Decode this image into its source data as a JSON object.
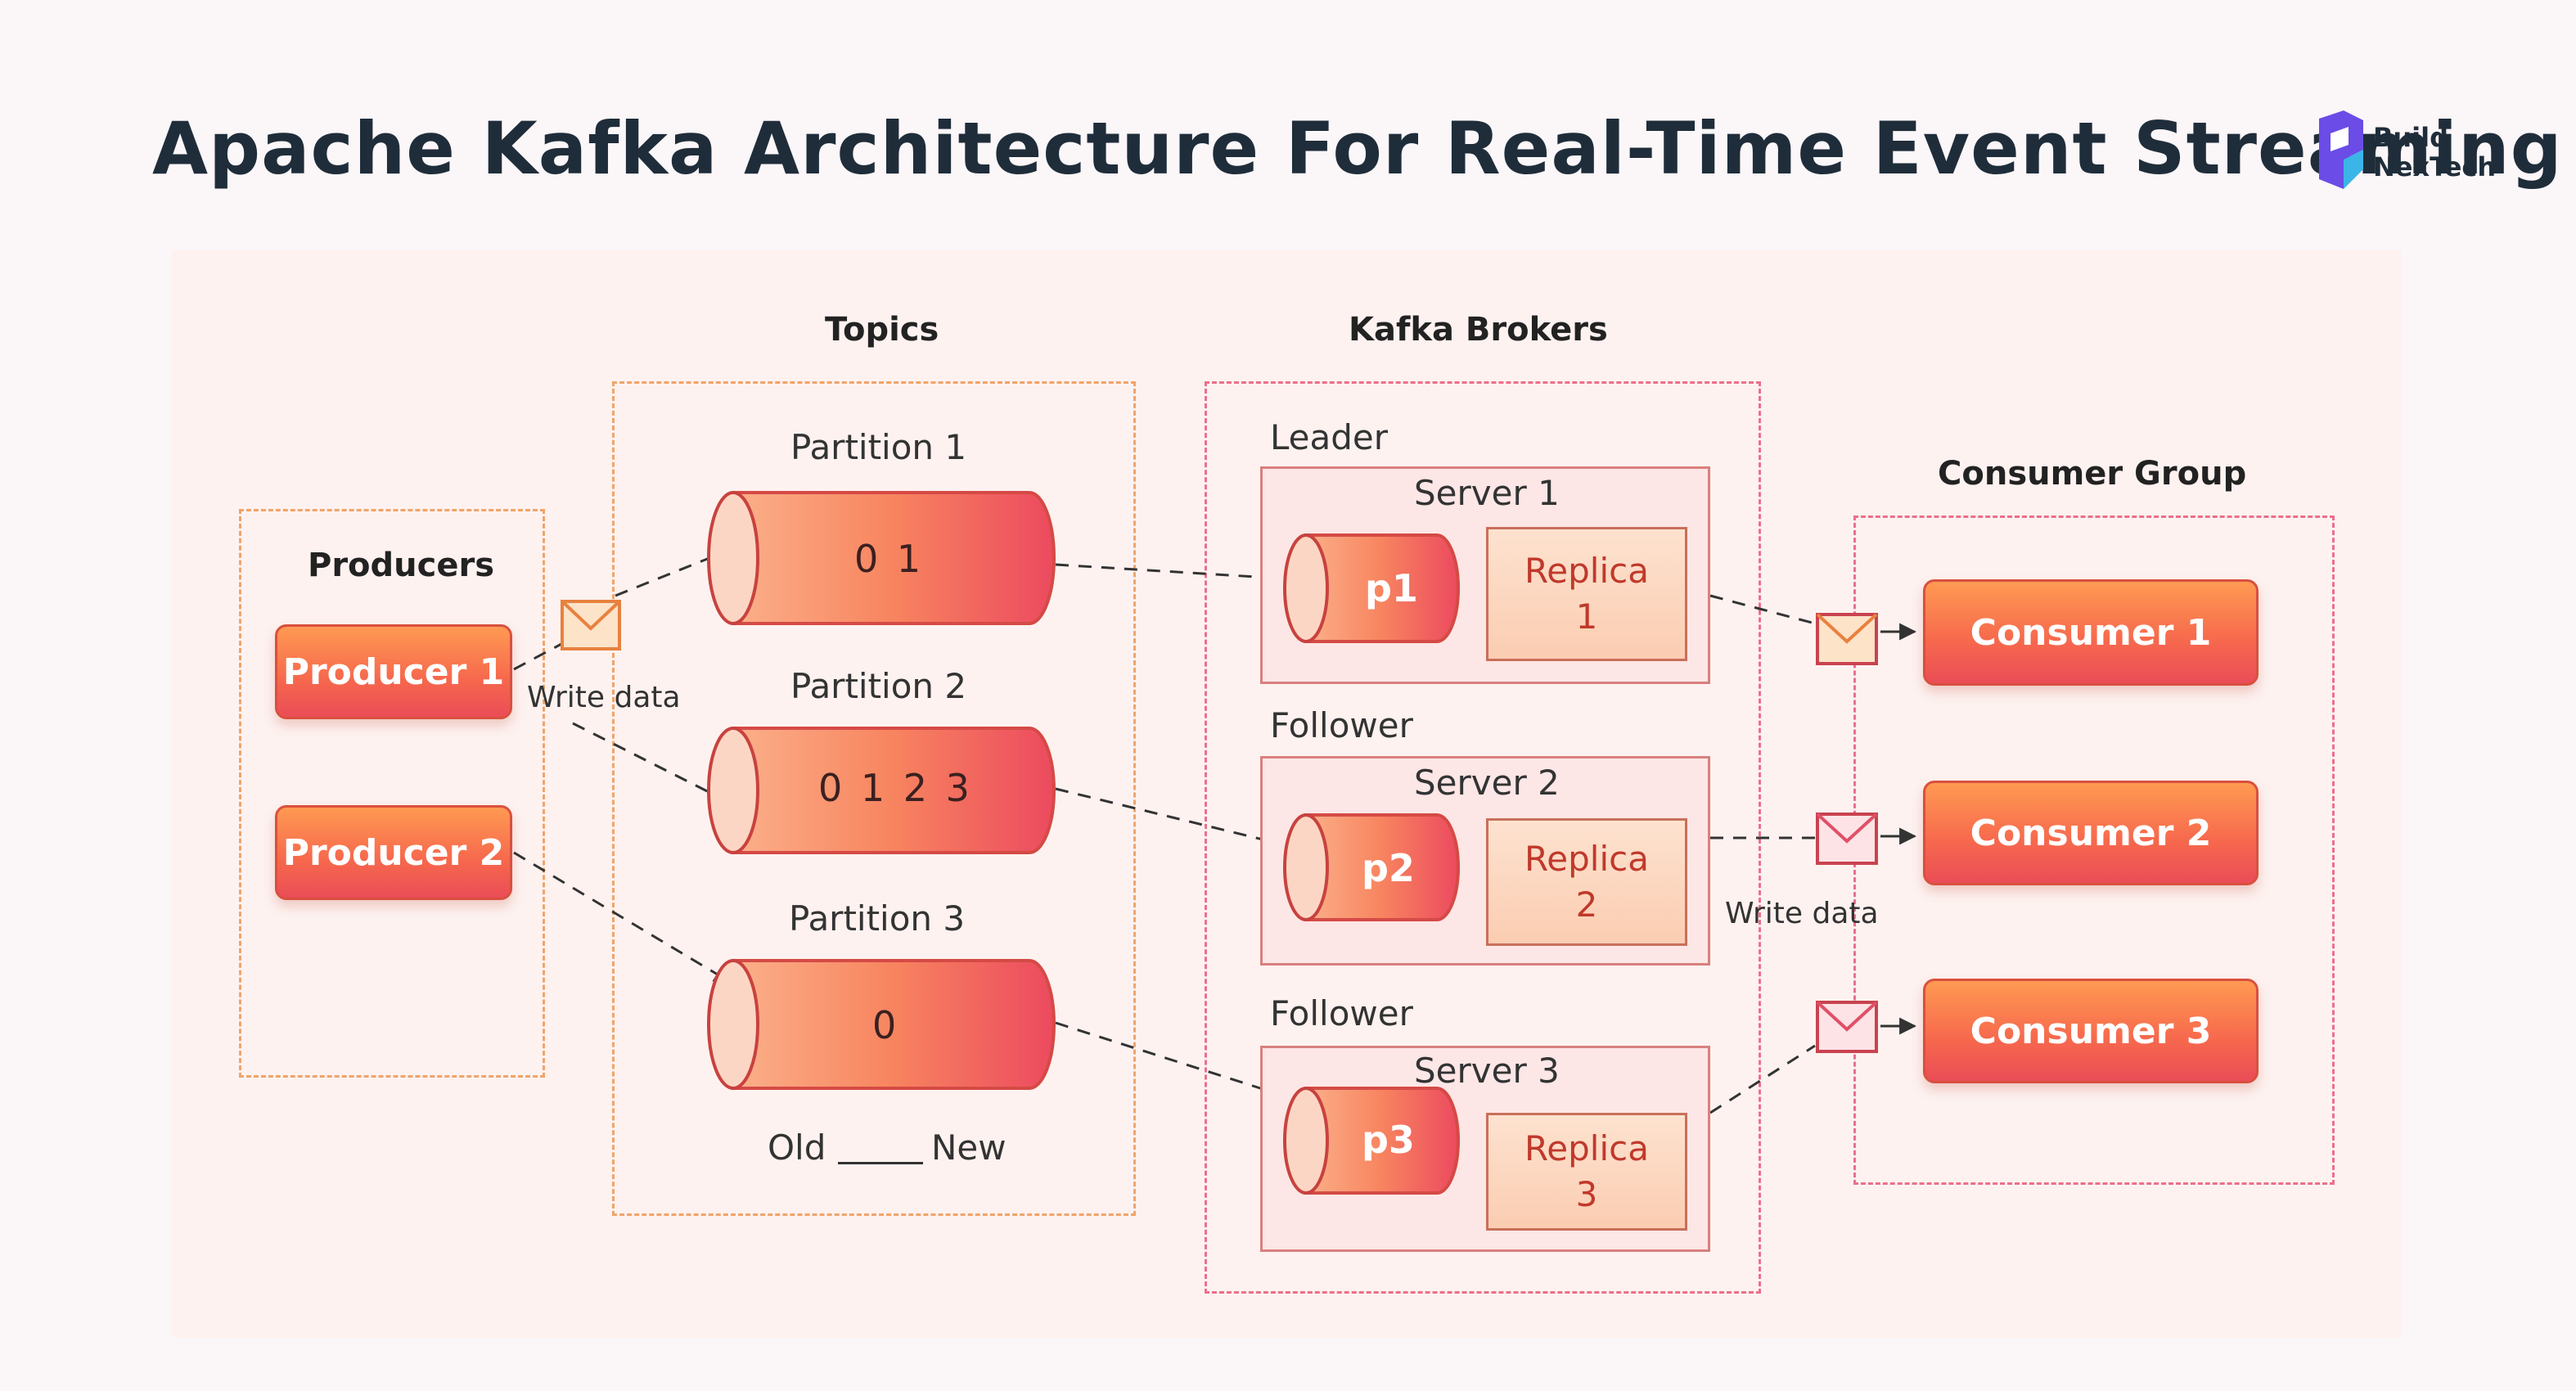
{
  "title": "Apache Kafka Architecture For Real-Time Event Streaming",
  "logo": {
    "line1": "Build",
    "line2": "NexTech"
  },
  "producers": {
    "heading": "Producers",
    "items": [
      "Producer 1",
      "Producer 2"
    ],
    "write_label": "Write data"
  },
  "topics": {
    "heading": "Topics",
    "partitions": [
      {
        "label": "Partition 1",
        "content": "0 1"
      },
      {
        "label": "Partition 2",
        "content": "0 1 2 3"
      },
      {
        "label": "Partition 3",
        "content": "0"
      }
    ],
    "order_old": "Old",
    "order_new": "New"
  },
  "brokers": {
    "heading": "Kafka Brokers",
    "servers": [
      {
        "role": "Leader",
        "name": "Server 1",
        "partition": "p1",
        "replica_word": "Replica",
        "replica_num": "1"
      },
      {
        "role": "Follower",
        "name": "Server 2",
        "partition": "p2",
        "replica_word": "Replica",
        "replica_num": "2"
      },
      {
        "role": "Follower",
        "name": "Server 3",
        "partition": "p3",
        "replica_word": "Replica",
        "replica_num": "3"
      }
    ]
  },
  "consumers": {
    "heading": "Consumer Group",
    "items": [
      "Consumer 1",
      "Consumer 2",
      "Consumer 3"
    ],
    "write_label": "Write data"
  },
  "colors": {
    "accent_orange": "#ff9a52",
    "accent_red": "#ea4d57",
    "dash_orange": "#f0a46a",
    "dash_pink": "#ec6f8c"
  }
}
